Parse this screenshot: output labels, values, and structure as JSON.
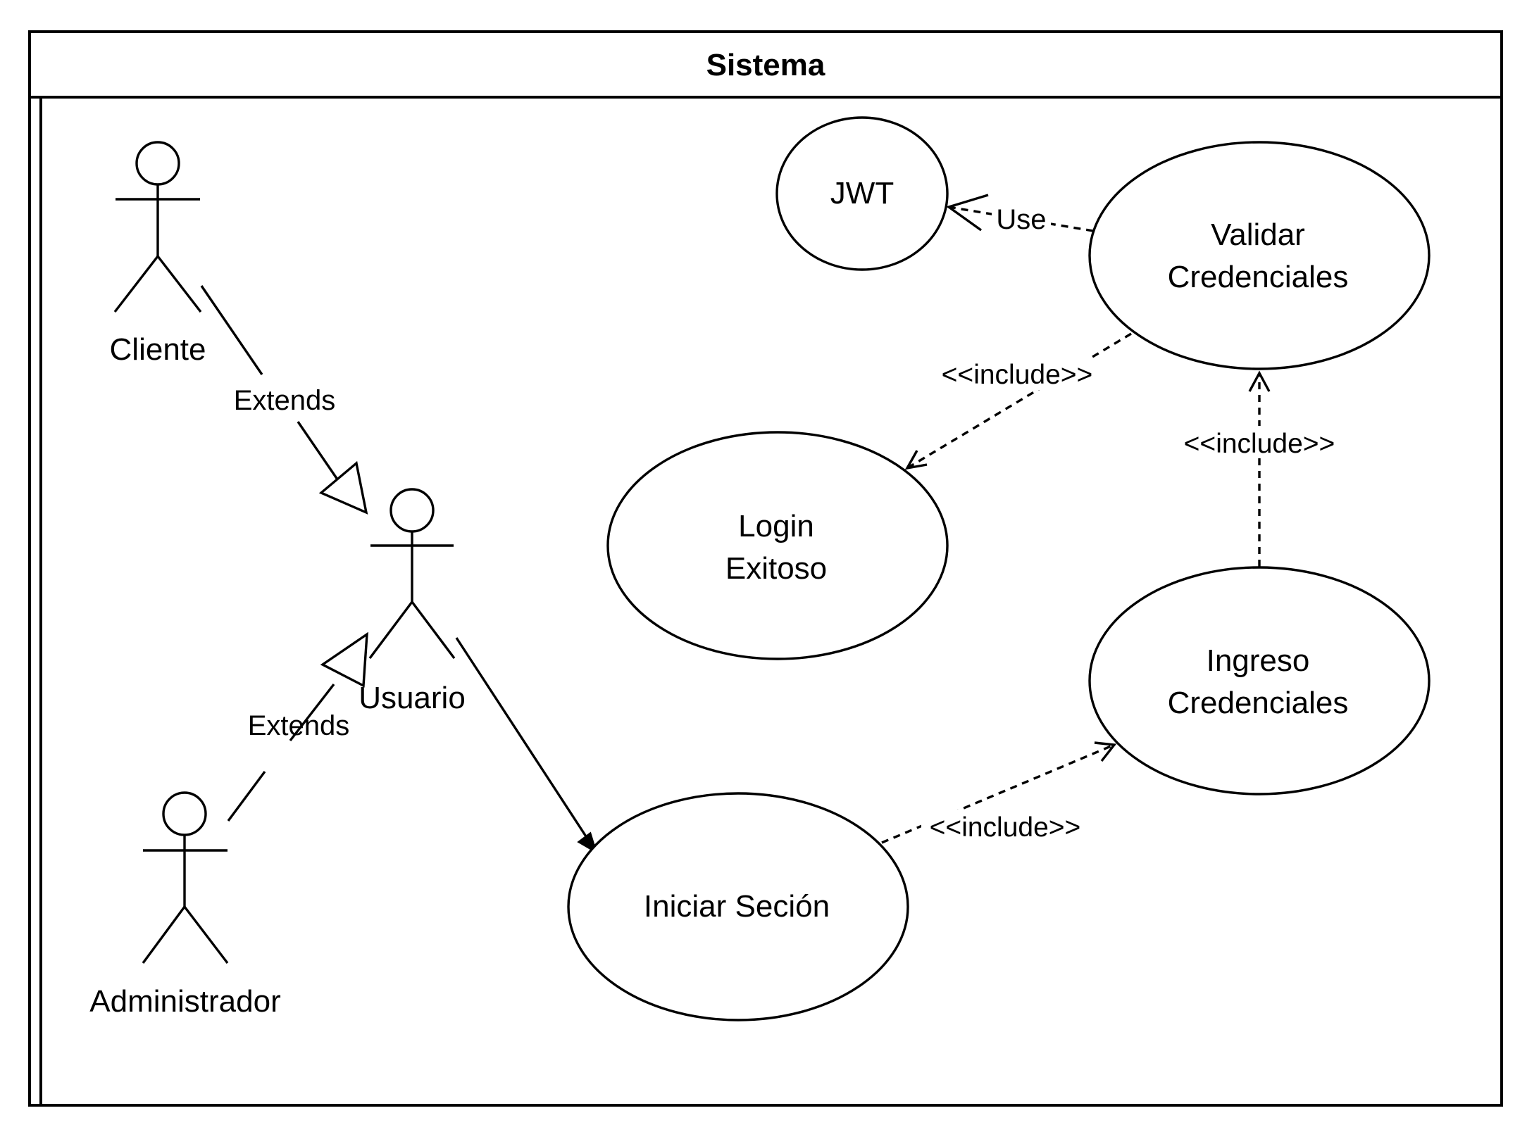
{
  "diagram": {
    "type": "uml-use-case",
    "system": {
      "title": "Sistema"
    },
    "actors": [
      {
        "id": "cliente",
        "name": "Cliente"
      },
      {
        "id": "usuario",
        "name": "Usuario"
      },
      {
        "id": "administrador",
        "name": "Administrador"
      }
    ],
    "use_cases": [
      {
        "id": "jwt",
        "lines": [
          "JWT"
        ]
      },
      {
        "id": "validar",
        "lines": [
          "Validar",
          "Credenciales"
        ]
      },
      {
        "id": "login",
        "lines": [
          "Login",
          "Exitoso"
        ]
      },
      {
        "id": "ingreso",
        "lines": [
          "Ingreso",
          "Credenciales"
        ]
      },
      {
        "id": "iniciar",
        "lines": [
          "Iniciar Seción"
        ]
      }
    ],
    "relations": [
      {
        "id": "cliente-usuario",
        "from": "Cliente",
        "to": "Usuario",
        "kind": "generalization",
        "label": "Extends"
      },
      {
        "id": "admin-usuario",
        "from": "Administrador",
        "to": "Usuario",
        "kind": "generalization",
        "label": "Extends"
      },
      {
        "id": "usuario-iniciar",
        "from": "Usuario",
        "to": "Iniciar Seción",
        "kind": "association",
        "label": ""
      },
      {
        "id": "iniciar-ingreso",
        "from": "Iniciar Seción",
        "to": "Ingreso Credenciales",
        "kind": "dependency",
        "label": "<<include>>"
      },
      {
        "id": "ingreso-validar",
        "from": "Ingreso Credenciales",
        "to": "Validar Credenciales",
        "kind": "dependency",
        "label": "<<include>>"
      },
      {
        "id": "validar-login",
        "from": "Validar Credenciales",
        "to": "Login Exitoso",
        "kind": "dependency",
        "label": "<<include>>"
      },
      {
        "id": "validar-jwt",
        "from": "Validar Credenciales",
        "to": "JWT",
        "kind": "dependency",
        "label": "Use"
      }
    ],
    "colors": {
      "stroke": "#000000",
      "background": "#ffffff"
    }
  }
}
